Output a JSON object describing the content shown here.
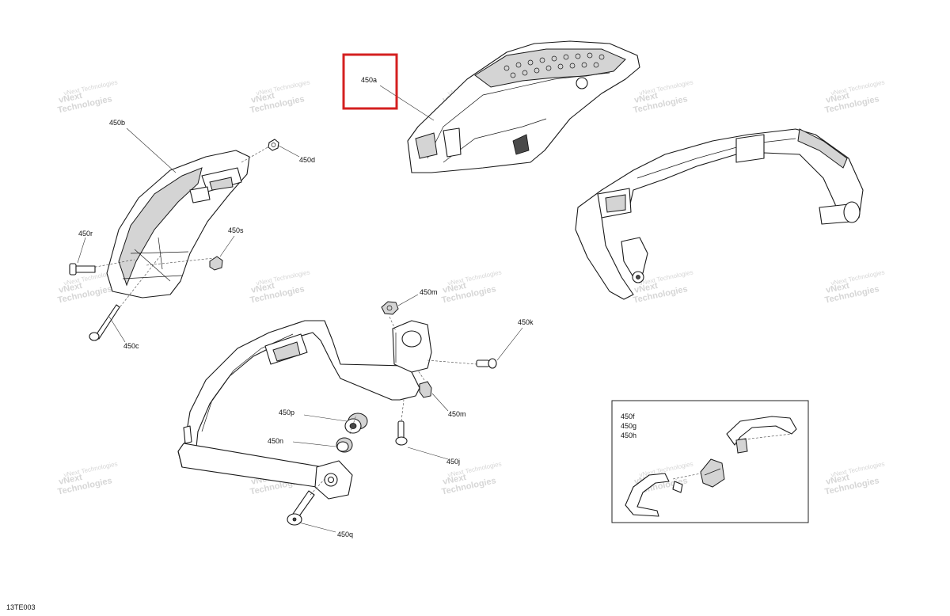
{
  "diagram": {
    "code": "13TE003",
    "callouts": {
      "p450a": "450a",
      "p450b": "450b",
      "p450c": "450c",
      "p450d": "450d",
      "p450r": "450r",
      "p450s": "450s",
      "p450m_top": "450m",
      "p450m_bottom": "450m",
      "p450k": "450k",
      "p450p": "450p",
      "p450n": "450n",
      "p450j": "450j",
      "p450q": "450q"
    },
    "inset": {
      "lines": [
        "450f",
        "450g",
        "450h"
      ]
    },
    "highlight_color": "#d42020",
    "watermark": {
      "line1": "vNext",
      "line2": "Technologies",
      "line3": "vNext Technologies"
    }
  }
}
